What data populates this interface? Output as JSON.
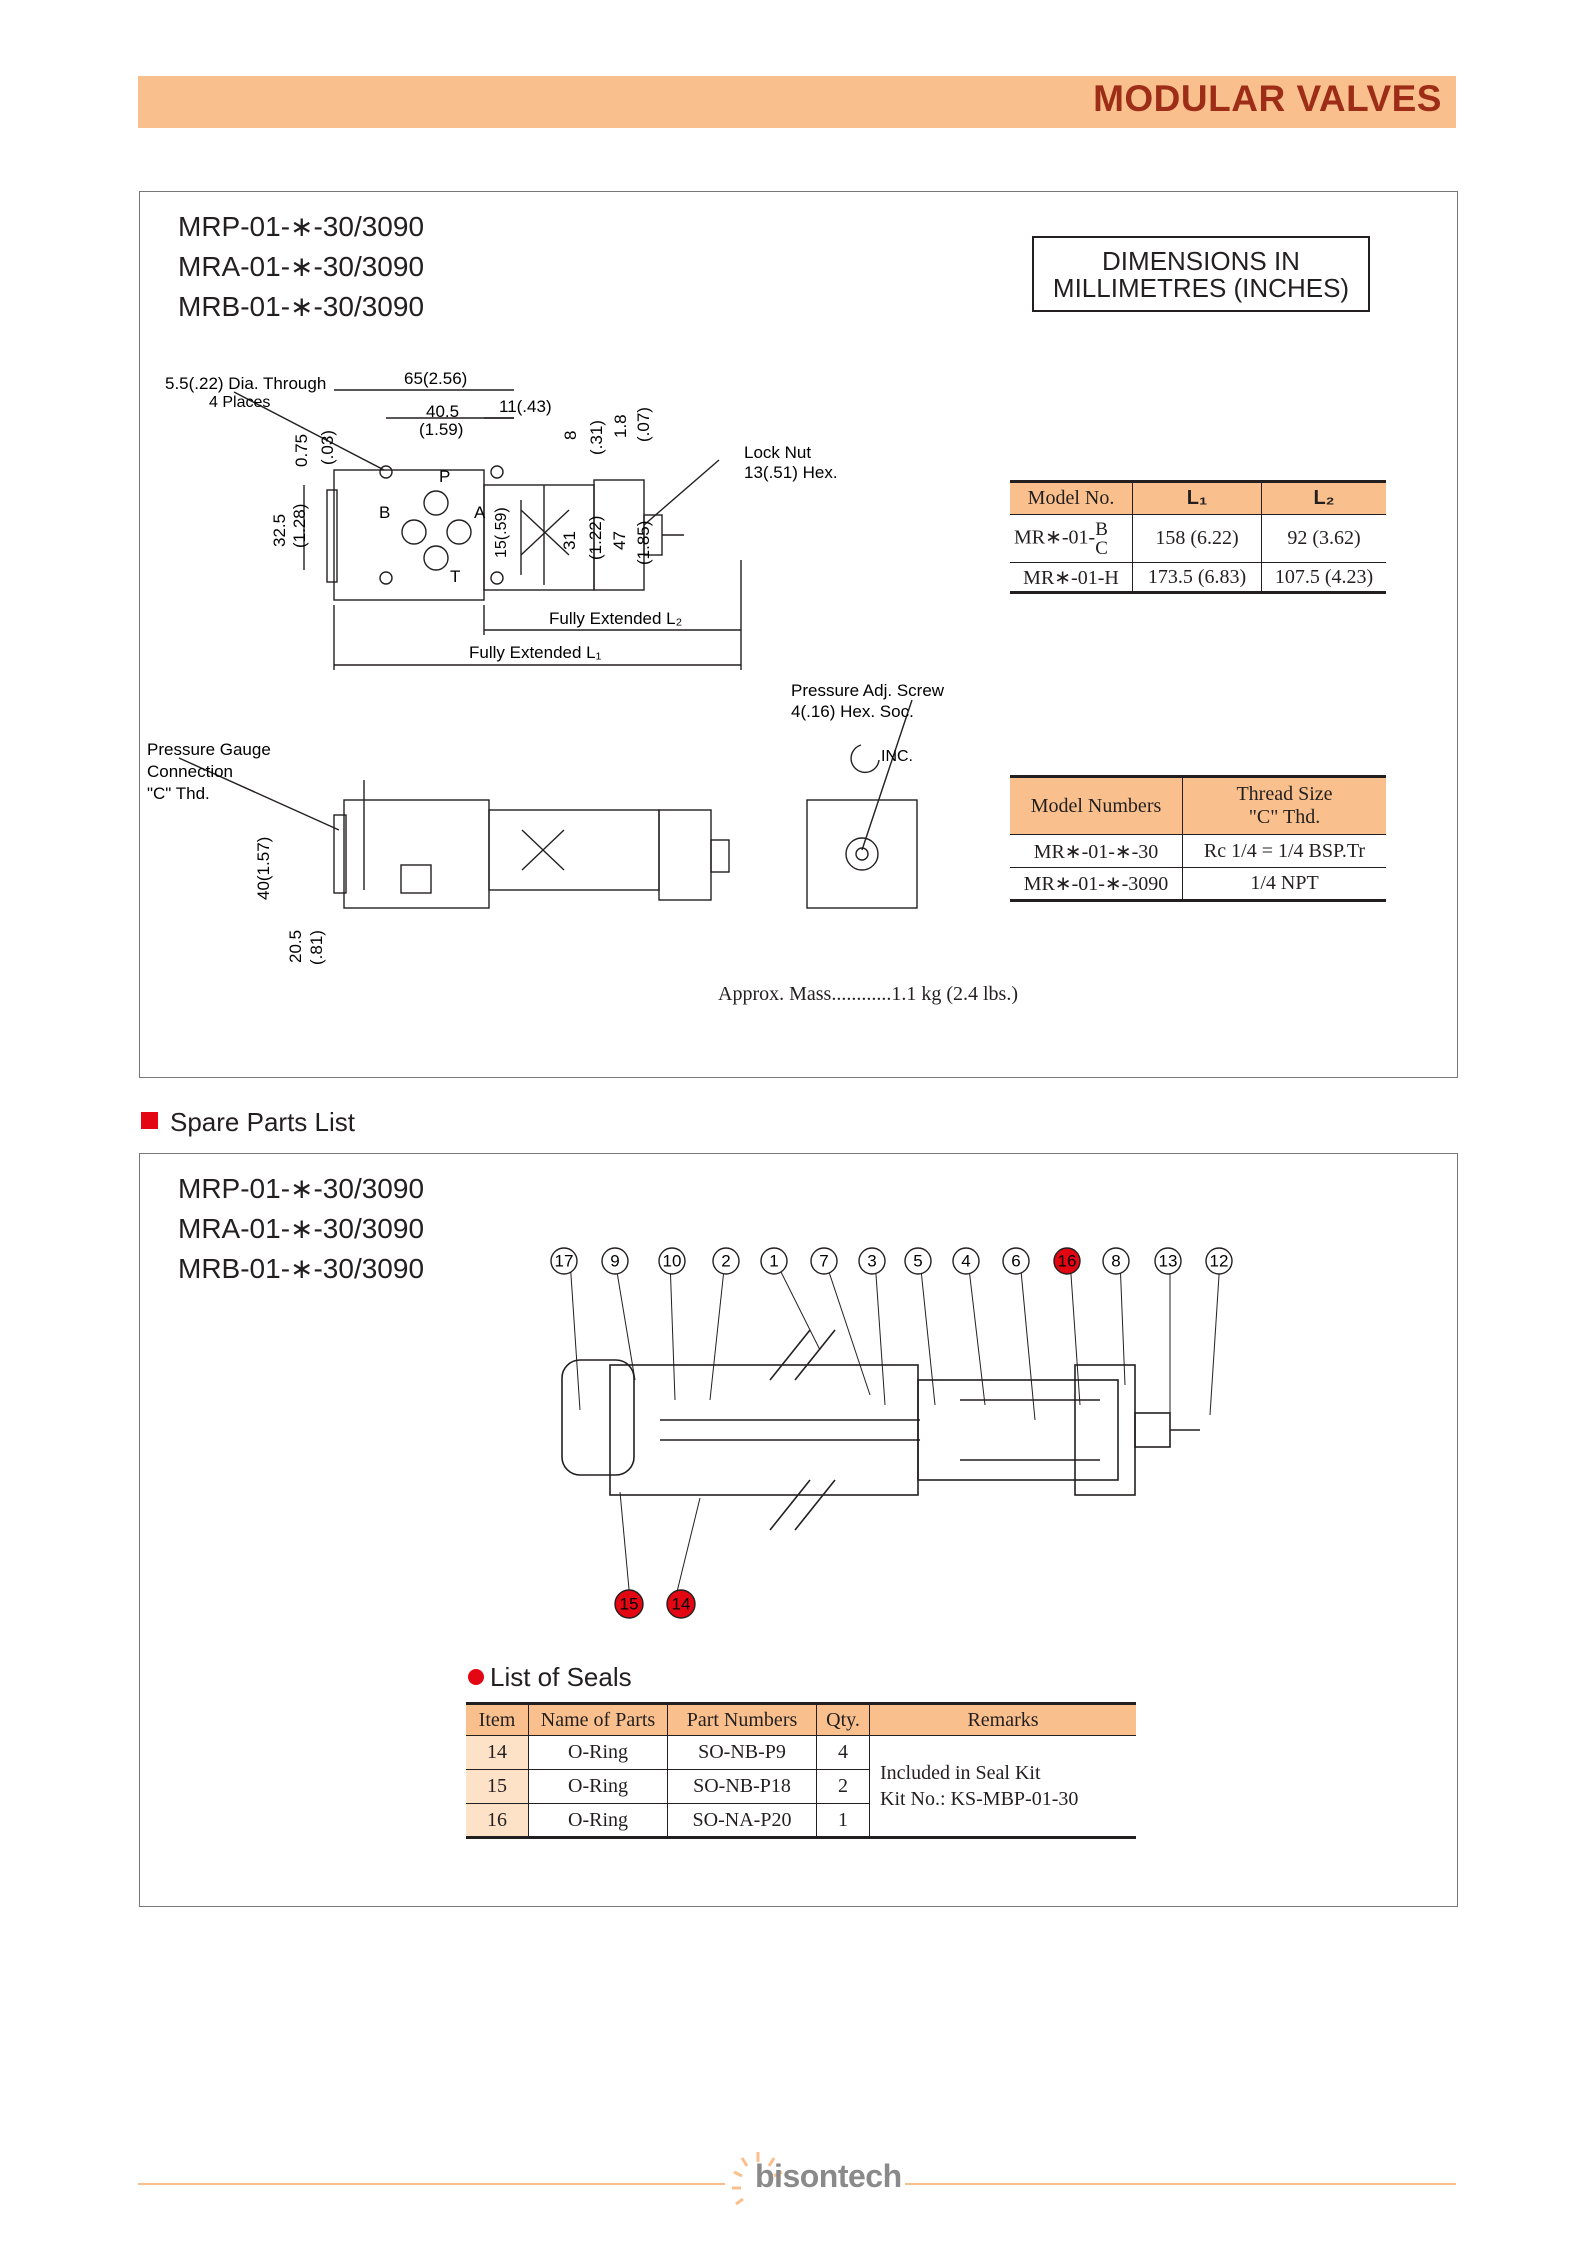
{
  "header": {
    "title": "MODULAR VALVES"
  },
  "panel1": {
    "models": [
      "MRP-01-∗-30/3090",
      "MRA-01-∗-30/3090",
      "MRB-01-∗-30/3090"
    ],
    "dims_box": [
      "DIMENSIONS IN",
      "MILLIMETRES (INCHES)"
    ],
    "drawing": {
      "dia_through": "5.5(.22) Dia. Through",
      "four_places": "4 Places",
      "d65": "65(2.56)",
      "d11": "11(.43)",
      "d40_5": "40.5",
      "d1_59": "(1.59)",
      "d8": "8",
      "d_31a": "(.31)",
      "d1_8": "1.8",
      "d_07": "(.07)",
      "d0_75": "0.75",
      "d_03": "(.03)",
      "d32_5": "32.5",
      "d1_28": "(1.28)",
      "d15": "15(.59)",
      "d31": "31",
      "d1_22": "(1.22)",
      "d47": "47",
      "d1_85": "(1.85)",
      "port_p": "P",
      "port_a": "A",
      "port_b": "B",
      "port_t": "T",
      "lock_nut": "Lock Nut",
      "hex13": "13(.51) Hex.",
      "fully_l2": "Fully Extended L₂",
      "fully_l1": "Fully Extended L₁",
      "pressure_adj": "Pressure Adj. Screw",
      "hex_soc": "4(.16) Hex. Soc.",
      "inc": "INC.",
      "gauge1": "Pressure Gauge",
      "gauge2": "Connection",
      "gauge3": "\"C\" Thd.",
      "d40": "40(1.57)",
      "d20_5": "20.5",
      "d_81": "(.81)"
    },
    "table_l": {
      "headers": [
        "Model No.",
        "L₁",
        "L₂"
      ],
      "rows": [
        {
          "model": "MR∗-01-",
          "suffix_top": "B",
          "suffix_bot": "C",
          "l1": "158 (6.22)",
          "l2": "92 (3.62)"
        },
        {
          "model": "MR∗-01-H",
          "l1": "173.5 (6.83)",
          "l2": "107.5 (4.23)"
        }
      ]
    },
    "table_thread": {
      "headers": [
        "Model Numbers",
        "Thread Size",
        "\"C\" Thd."
      ],
      "rows": [
        [
          "MR∗-01-∗-30",
          "Rc 1/4 = 1/4 BSP.Tr"
        ],
        [
          "MR∗-01-∗-3090",
          "1/4 NPT"
        ]
      ]
    },
    "mass": "Approx. Mass............1.1 kg (2.4 lbs.)"
  },
  "spare_parts": {
    "title": "Spare Parts List",
    "models": [
      "MRP-01-∗-30/3090",
      "MRA-01-∗-30/3090",
      "MRB-01-∗-30/3090"
    ],
    "balloons_top": [
      "17",
      "9",
      "10",
      "2",
      "1",
      "7",
      "3",
      "5",
      "4",
      "6",
      "16",
      "8",
      "13",
      "12"
    ],
    "balloons_bottom": [
      "15",
      "14"
    ],
    "seals": {
      "title": "List of Seals",
      "headers": [
        "Item",
        "Name of Parts",
        "Part Numbers",
        "Qty.",
        "Remarks"
      ],
      "rows": [
        [
          "14",
          "O-Ring",
          "SO-NB-P9",
          "4"
        ],
        [
          "15",
          "O-Ring",
          "SO-NB-P18",
          "2"
        ],
        [
          "16",
          "O-Ring",
          "SO-NA-P20",
          "1"
        ]
      ],
      "remarks": [
        "Included in Seal Kit",
        "Kit No.: KS-MBP-01-30"
      ]
    }
  },
  "footer": {
    "brand": "bisontech"
  },
  "colors": {
    "header_bg": "#f9c08d",
    "header_text": "#9d2d17",
    "bullet": "#e30613"
  }
}
